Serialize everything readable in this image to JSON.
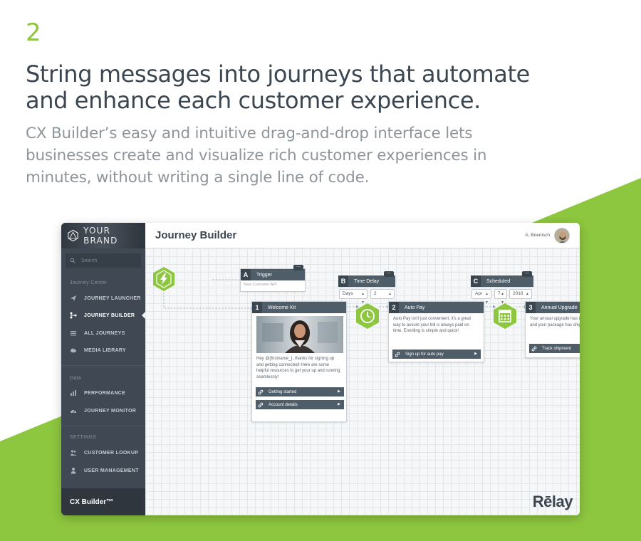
{
  "hero": {
    "step_number": "2",
    "headline_line1": "String messages into journeys that automate",
    "headline_line2": "and enhance each customer experience.",
    "sub_line1": "CX Builder’s easy and intuitive drag-and-drop interface lets",
    "sub_line2": "businesses create and visualize rich customer experiences in",
    "sub_line3": "minutes, without writing a single line of code."
  },
  "colors": {
    "accent_green": "#8dc63f",
    "sidebar_bg": "#3f4853",
    "node_head": "#4f5d68",
    "text_dark": "#3b4650"
  },
  "sidebar": {
    "brand": "YOUR BRAND",
    "search_placeholder": "Search",
    "section_journey": "Journey Center",
    "section_data": "Data",
    "section_settings": "SETTINGS",
    "items": [
      {
        "label": "JOURNEY LAUNCHER",
        "icon": "paper-plane-icon"
      },
      {
        "label": "JOURNEY BUILDER",
        "icon": "branch-icon"
      },
      {
        "label": "ALL JOURNEYS",
        "icon": "list-icon"
      },
      {
        "label": "MEDIA LIBRARY",
        "icon": "cloud-icon"
      },
      {
        "label": "PERFORMANCE",
        "icon": "bar-chart-icon"
      },
      {
        "label": "JOURNEY MONITOR",
        "icon": "gauge-icon"
      },
      {
        "label": "CUSTOMER LOOKUP",
        "icon": "users-icon"
      },
      {
        "label": "USER MANAGEMENT",
        "icon": "user-icon"
      }
    ],
    "footer": "CX Builder™"
  },
  "header": {
    "title": "Journey Builder",
    "user": "A. Boenisch"
  },
  "flow": {
    "trigger": {
      "letter": "A",
      "title": "Trigger",
      "sub": "New Customer API"
    },
    "delay": {
      "letter": "B",
      "title": "Time Delay",
      "unit": "Days",
      "amount": "2"
    },
    "scheduled": {
      "letter": "C",
      "title": "Scheduled",
      "month": "Apr",
      "day": "7",
      "year": "2018"
    },
    "cards": [
      {
        "num": "1",
        "title": "Welcome Kit",
        "body": "Hey @{firstname_}, thanks for signing up and getting connected! Here are some helpful resources to get your up and running seamlessly!",
        "buttons": [
          "Getting started",
          "Account details"
        ]
      },
      {
        "num": "2",
        "title": "Auto Pay",
        "body": "Auto Pay isn't just convenient, it's a great way to assure your bill is always paid on time. Enrolling is simple and quick!",
        "buttons": [
          "Sign up for auto pay"
        ]
      },
      {
        "num": "3",
        "title": "Annual Upgrade",
        "body": "Your annual upgrade has been processed and your package has shipped.",
        "buttons": [
          "Track shipment"
        ]
      }
    ]
  },
  "logo": "Rēlay"
}
